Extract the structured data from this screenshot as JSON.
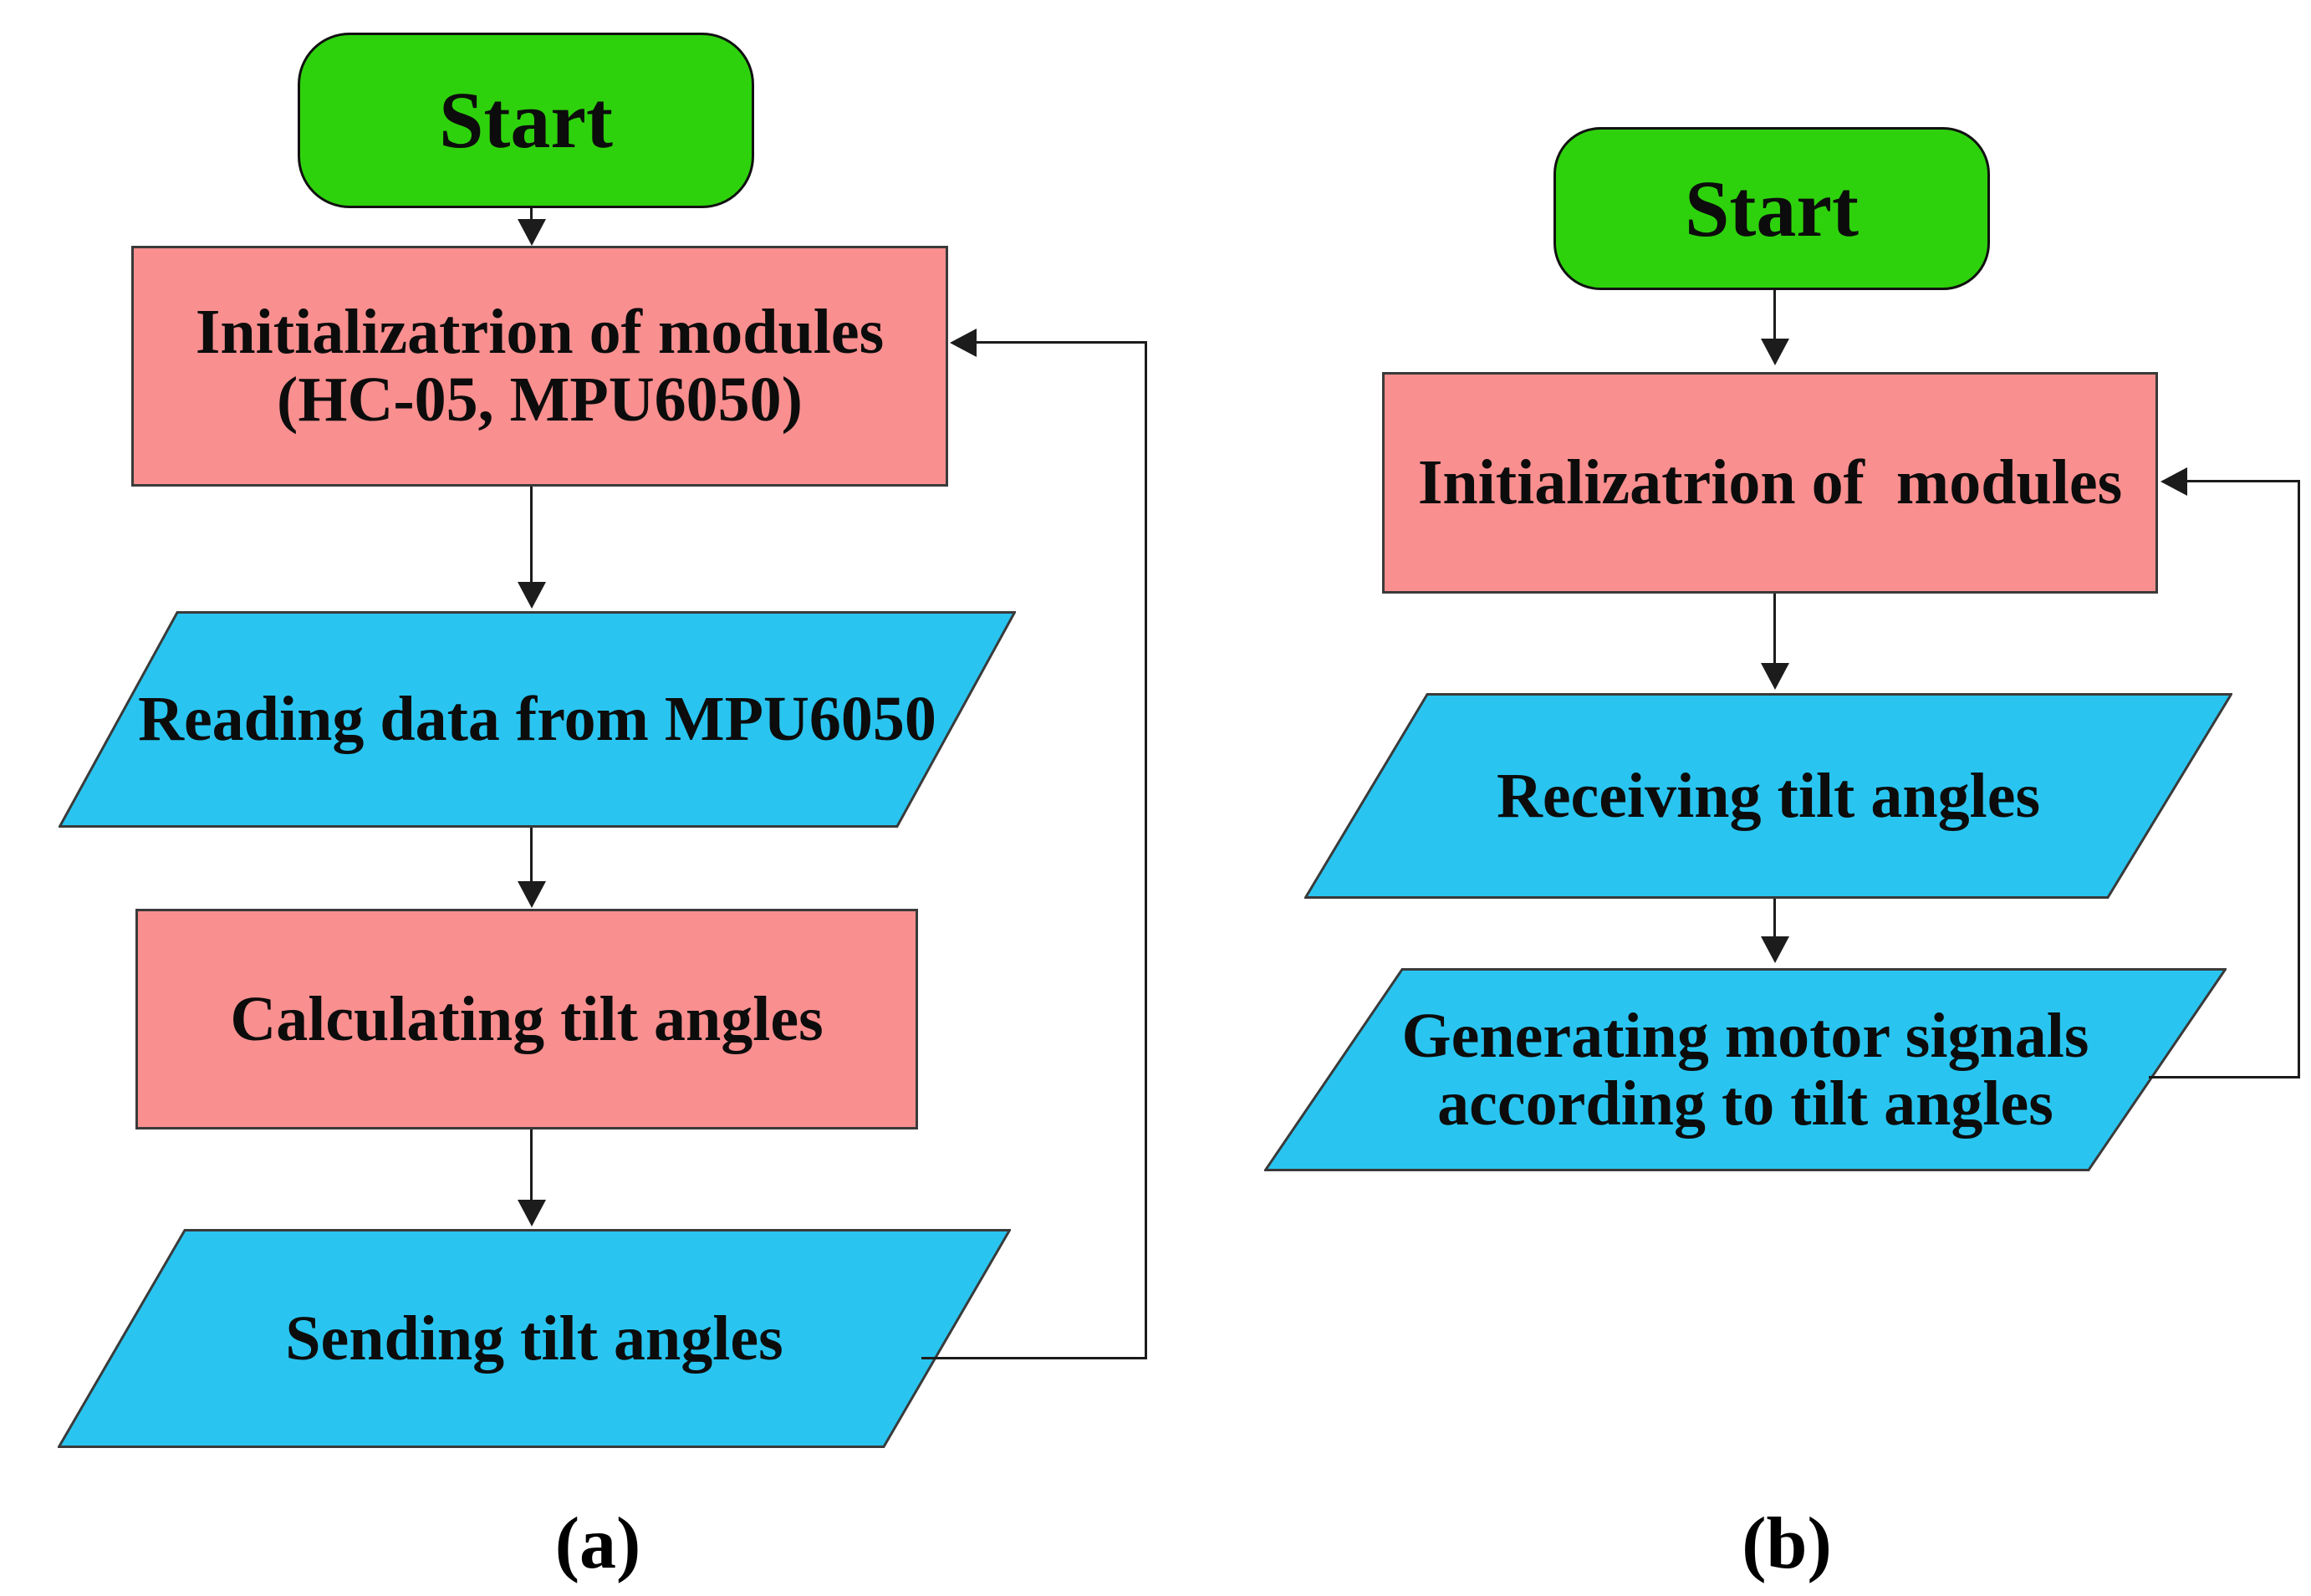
{
  "figure": {
    "colors": {
      "start_fill": "#2ed20c",
      "process_fill": "#f98f8f",
      "io_fill": "#29c5f0",
      "line_color": "#1c1c1c"
    },
    "charts": [
      {
        "id": "a",
        "caption": "(a)",
        "start_label": "Start",
        "init_line1": "Initializatrion of modules",
        "init_line2": "(HC-05, MPU6050)",
        "reading_label": "Reading data from MPU6050",
        "calculating_label": "Calculating tilt angles",
        "sending_label": "Sending tilt angles"
      },
      {
        "id": "b",
        "caption": "(b)",
        "start_label": "Start",
        "init_label": "Initializatrion of  modules",
        "receiving_label": "Receiving tilt angles",
        "generating_line1": "Generating motor signals",
        "generating_line2": "according to tilt angles"
      }
    ]
  }
}
